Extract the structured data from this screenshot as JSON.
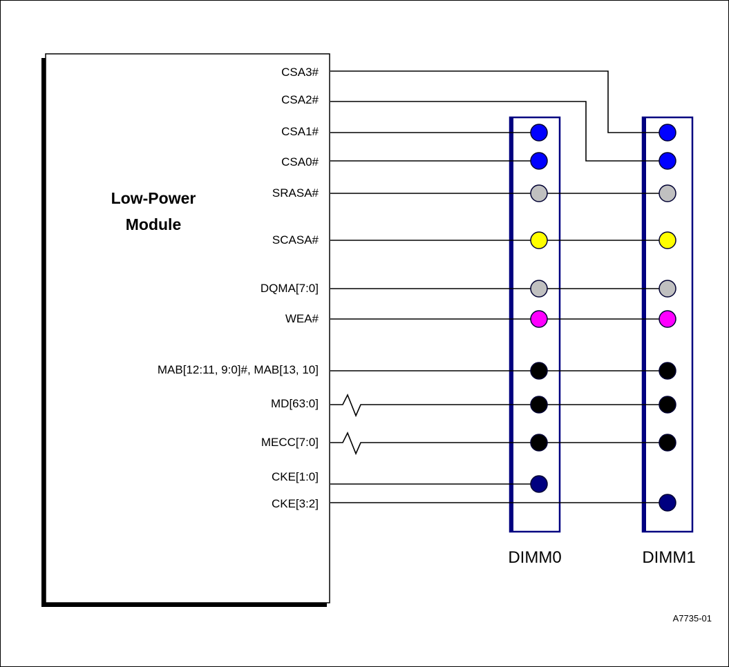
{
  "module": {
    "title_line1": "Low-Power",
    "title_line2": "Module"
  },
  "signals": [
    {
      "id": "csa3",
      "label": "CSA3#",
      "route": "dimm1_offset",
      "dimm0": null,
      "dimm1": "blue"
    },
    {
      "id": "csa2",
      "label": "CSA2#",
      "route": "dimm1_offset",
      "dimm0": null,
      "dimm1": "blue"
    },
    {
      "id": "csa1",
      "label": "CSA1#",
      "route": "dimm0",
      "dimm0": "blue",
      "dimm1": null
    },
    {
      "id": "csa0",
      "label": "CSA0#",
      "route": "dimm0",
      "dimm0": "blue",
      "dimm1": null
    },
    {
      "id": "srasa",
      "label": "SRASA#",
      "route": "both",
      "dimm0": "gray",
      "dimm1": "gray"
    },
    {
      "id": "scasa",
      "label": "SCASA#",
      "route": "both",
      "dimm0": "yellow",
      "dimm1": "yellow"
    },
    {
      "id": "dqma",
      "label": "DQMA[7:0]",
      "route": "both",
      "dimm0": "gray",
      "dimm1": "gray"
    },
    {
      "id": "wea",
      "label": "WEA#",
      "route": "both",
      "dimm0": "magenta",
      "dimm1": "magenta"
    },
    {
      "id": "mab",
      "label": "MAB[12:11, 9:0]#, MAB[13, 10]",
      "route": "both",
      "dimm0": "black",
      "dimm1": "black"
    },
    {
      "id": "md",
      "label": "MD[63:0]",
      "route": "both_zigzag",
      "dimm0": "black",
      "dimm1": "black"
    },
    {
      "id": "mecc",
      "label": "MECC[7:0]",
      "route": "both_zigzag",
      "dimm0": "black",
      "dimm1": "black"
    },
    {
      "id": "cke10",
      "label": "CKE[1:0]",
      "route": "dimm0",
      "dimm0": "navy",
      "dimm1": null
    },
    {
      "id": "cke32",
      "label": "CKE[3:2]",
      "route": "dimm1",
      "dimm0": null,
      "dimm1": "navy"
    }
  ],
  "dimms": [
    {
      "id": "dimm0",
      "label": "DIMM0"
    },
    {
      "id": "dimm1",
      "label": "DIMM1"
    }
  ],
  "figure_id": "A7735-01",
  "colors": {
    "blue": "#0000ff",
    "gray": "#c0c0c0",
    "yellow": "#ffff00",
    "magenta": "#ff00ff",
    "black": "#000000",
    "navy": "#000080",
    "dimm_border": "#000080"
  }
}
